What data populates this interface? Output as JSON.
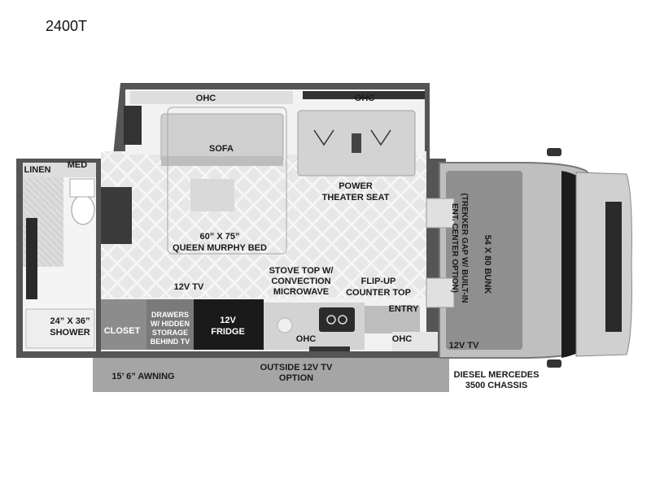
{
  "model": "2400T",
  "labels": {
    "ohc_left": "OHC",
    "ohc_right": "OHC",
    "sofa": "SOFA",
    "linen": "LINEN",
    "med": "MED",
    "power_theater_1": "POWER",
    "power_theater_2": "THEATER SEAT",
    "bed_1": "60” X 75”",
    "bed_2": "QUEEN MURPHY BED",
    "stove_1": "STOVE TOP W/",
    "stove_2": "CONVECTION",
    "stove_3": "MICROWAVE",
    "tv_12v_kitchen": "12V TV",
    "flipup_1": "FLIP-UP",
    "flipup_2": "COUNTER TOP",
    "entry": "ENTRY",
    "shower_1": "24” X 36”",
    "shower_2": "SHOWER",
    "closet": "CLOSET",
    "drawers_1": "DRAWERS",
    "drawers_2": "W/ HIDDEN",
    "drawers_3": "STORAGE",
    "drawers_4": "BEHIND TV",
    "fridge_1": "12V",
    "fridge_2": "FRIDGE",
    "ohc_kitchen": "OHC",
    "ohc_entry": "OHC",
    "tv_12v_cab": "12V TV",
    "awning": "15’ 6” AWNING",
    "outside_tv_1": "OUTSIDE 12V TV",
    "outside_tv_2": "OPTION",
    "chassis_1": "DIESEL MERCEDES",
    "chassis_2": "3500 CHASSIS",
    "bunk_1": "54 X 80 BUNK",
    "bunk_2": "(TREKKER GAP W/ BUILT-IN",
    "bunk_3": "ENT. CENTER OPTION)"
  }
}
